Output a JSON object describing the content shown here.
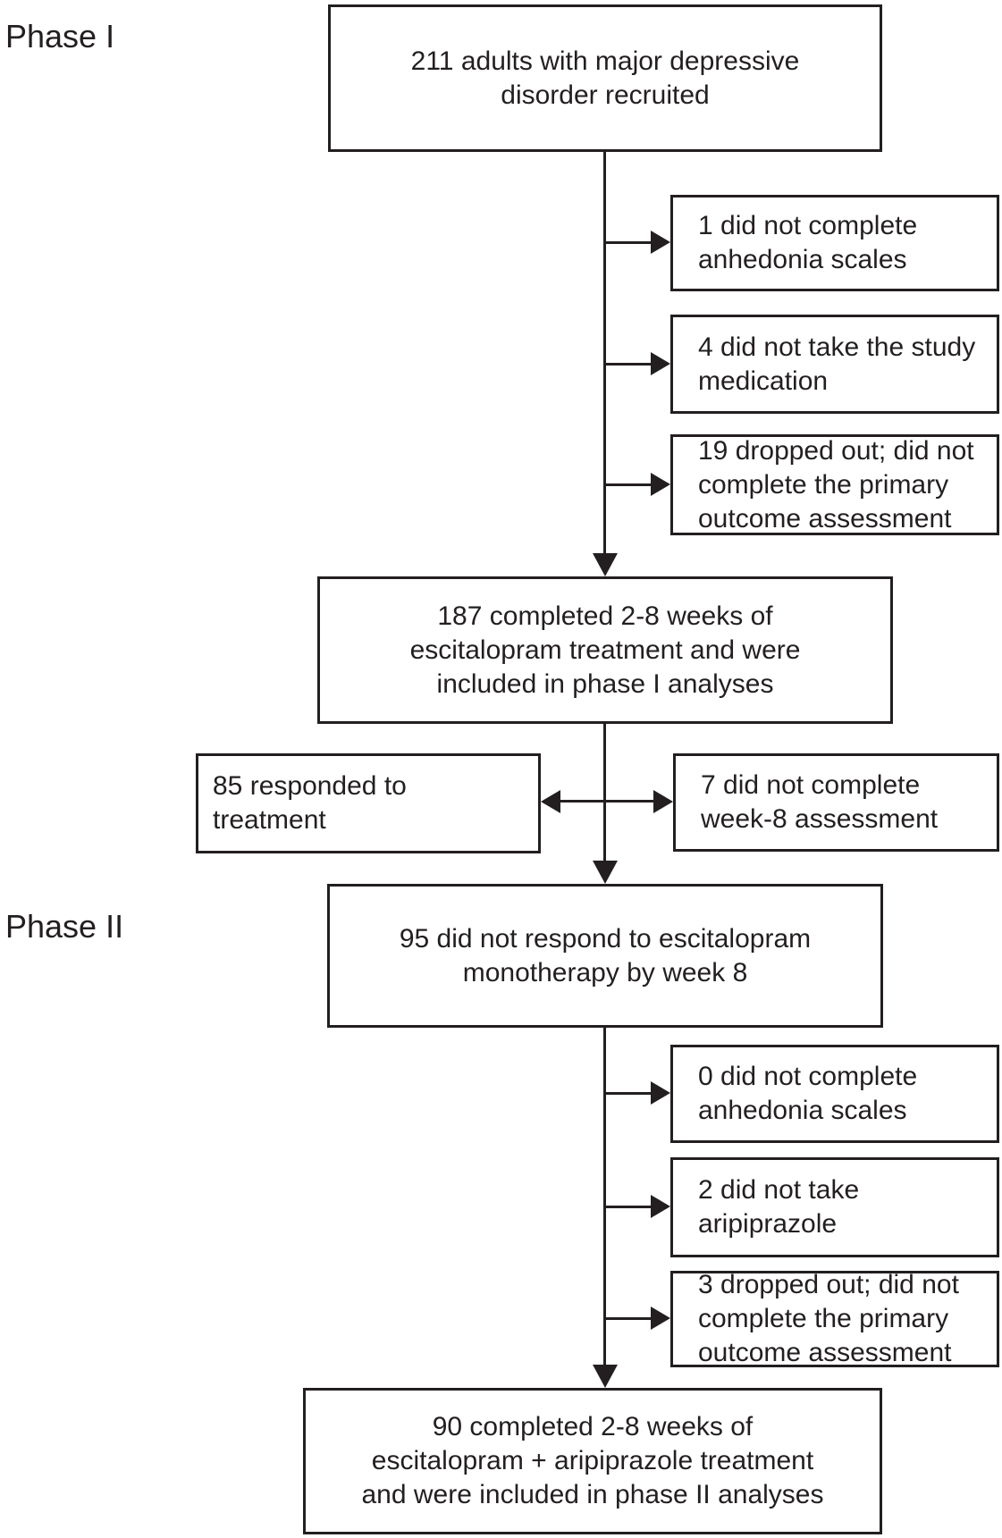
{
  "labels": {
    "phase1": "Phase I",
    "phase2": "Phase II"
  },
  "nodes": {
    "recruited": "211 adults with major depressive\ndisorder recruited",
    "excl_anhedonia_p1": "1 did not complete\nanhedonia scales",
    "excl_medication_p1": "4 did not take the study\nmedication",
    "excl_dropout_p1": "19 dropped out; did not\ncomplete the primary\noutcome assessment",
    "completed_p1": "187 completed 2-8 weeks of\nescitalopram treatment and were\nincluded in phase I analyses",
    "responded": "85 responded to\ntreatment",
    "no_week8": "7 did not complete\nweek-8 assessment",
    "nonresponders": "95 did not respond to escitalopram\nmonotherapy by week 8",
    "excl_anhedonia_p2": "0 did not complete\nanhedonia scales",
    "excl_aripiprazole_p2": "2 did not take\naripiprazole",
    "excl_dropout_p2": "3 dropped out; did not\ncomplete the primary\noutcome assessment",
    "completed_p2": "90 completed 2-8 weeks of\nescitalopram + aripiprazole treatment\nand were included in phase II analyses"
  },
  "colors": {
    "line": "#231f20",
    "text": "#231f20",
    "background": "#ffffff"
  }
}
